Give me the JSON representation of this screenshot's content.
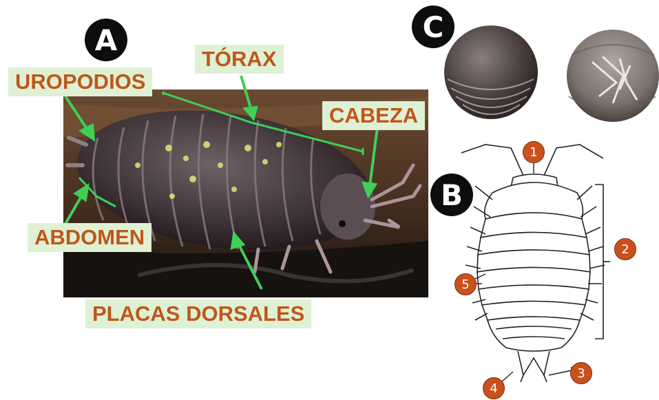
{
  "panels": {
    "a": "A",
    "b": "B",
    "c": "C"
  },
  "labels": {
    "uropodios": "UROPODIOS",
    "torax": "TÓRAX",
    "cabeza": "CABEZA",
    "abdomen": "ABDOMEN",
    "placas_dorsales": "PLACAS DORSALES"
  },
  "numbers": [
    "1",
    "2",
    "3",
    "4",
    "5"
  ],
  "colors": {
    "label_bg": "#dff1d4",
    "label_text": "#c0561a",
    "arrow": "#3fcf57",
    "number_badge": "#c8511c"
  }
}
